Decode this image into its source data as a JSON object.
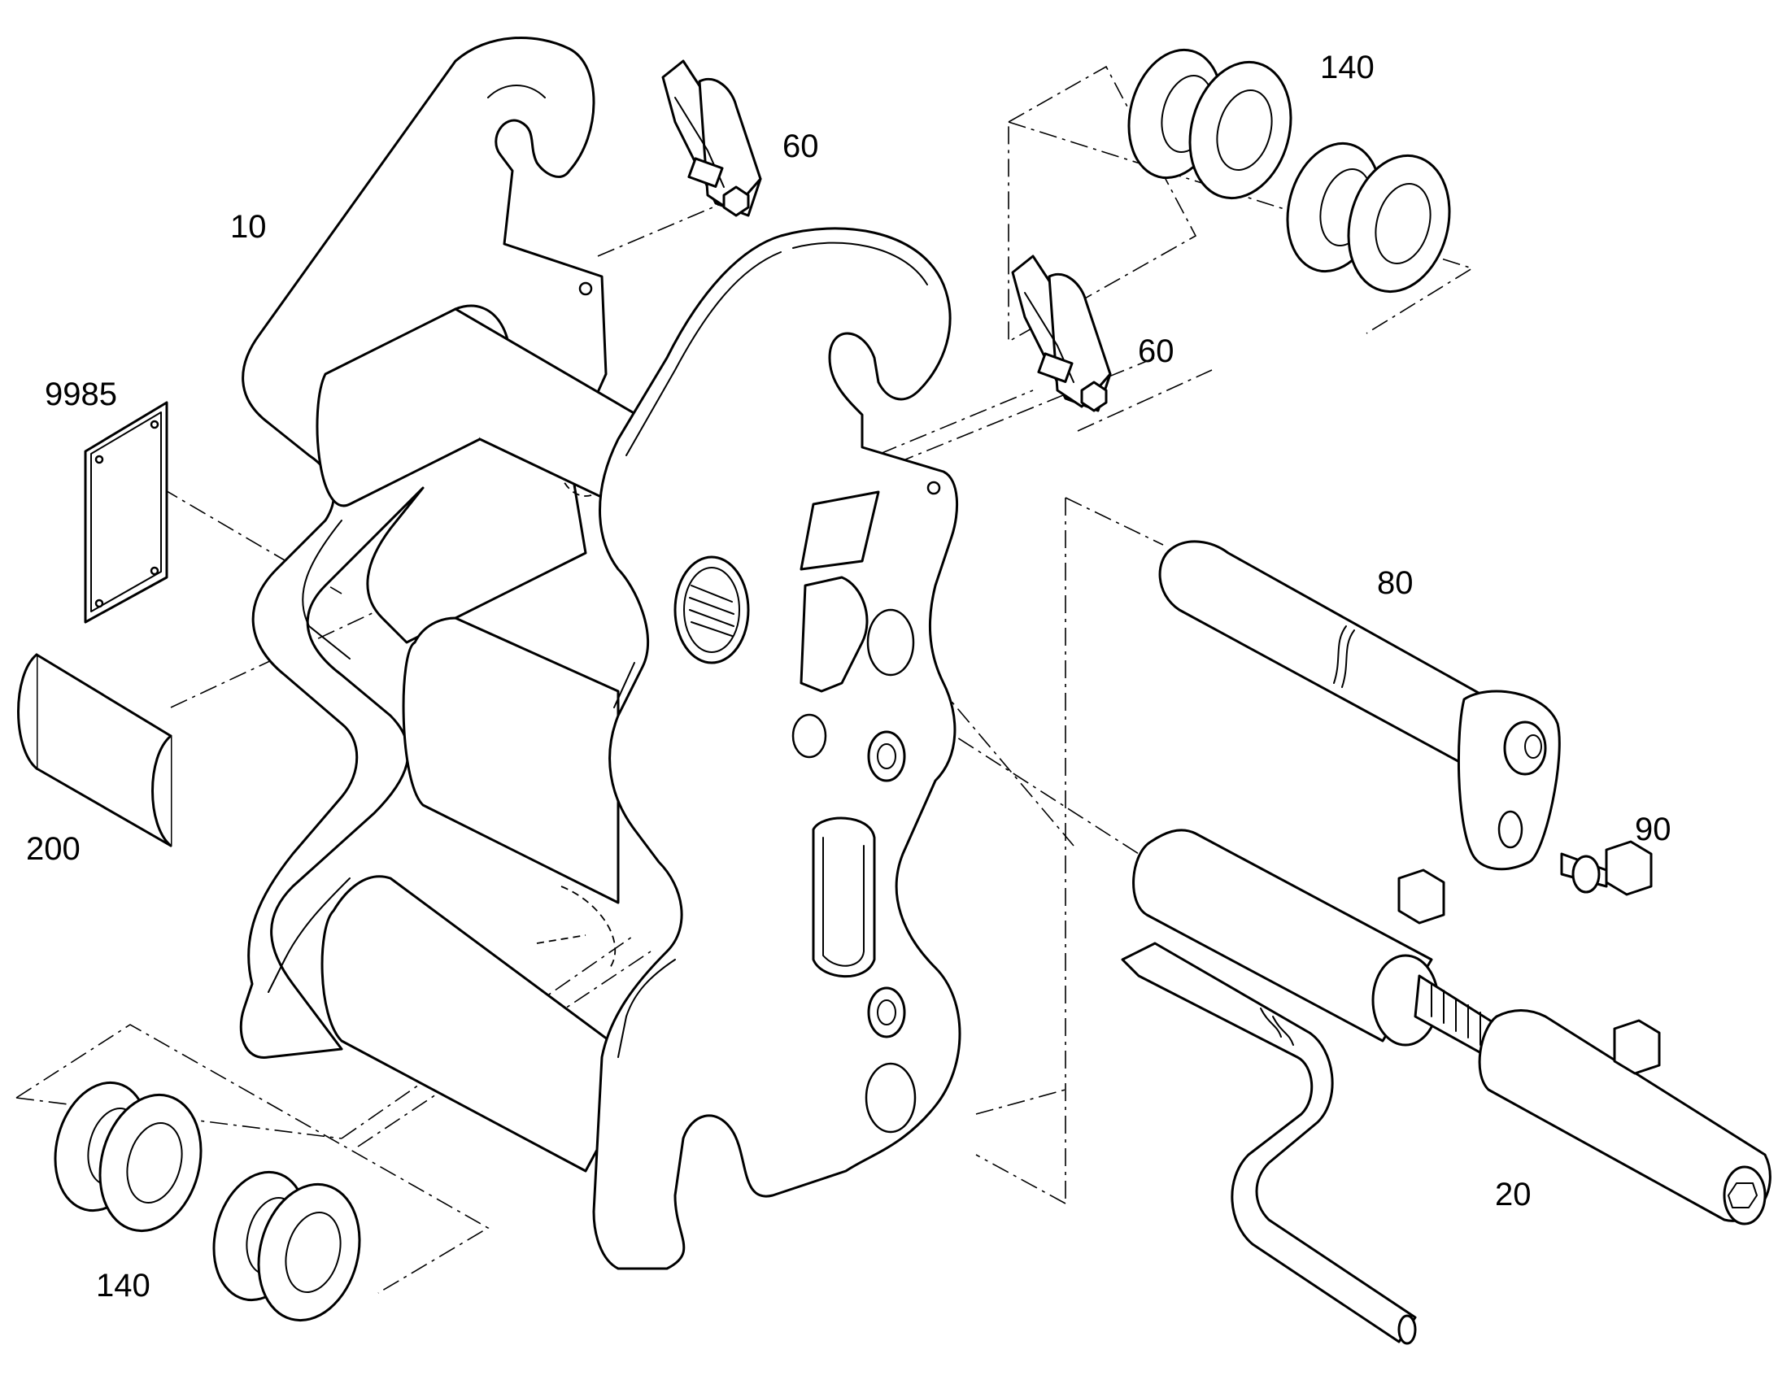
{
  "callouts": {
    "bracket": "10",
    "lock_pin_assembly": "20",
    "latch_top": "60",
    "latch_right": "60",
    "pin": "80",
    "bolt": "90",
    "shims_top": "140",
    "shims_bottom": "140",
    "cover": "200",
    "plate": "9985"
  }
}
